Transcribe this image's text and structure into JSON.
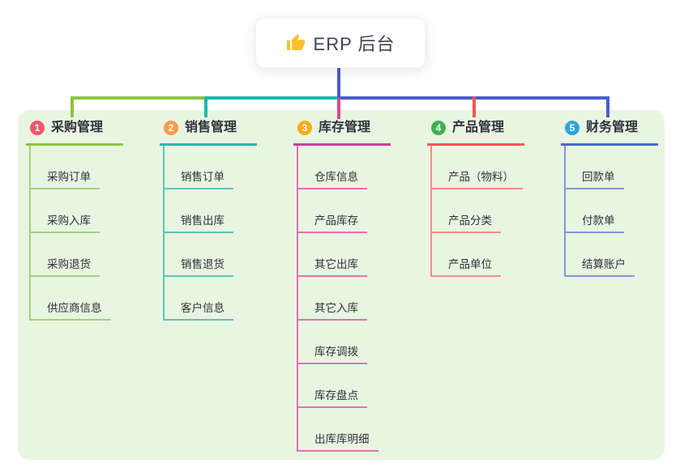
{
  "root": {
    "title": "ERP 后台",
    "icon": "thumbs-up-icon"
  },
  "colors": {
    "connector_blue": "#4a5cd0",
    "panel_bg": "#e8f5e1",
    "thumb_yellow": "#fbc02d",
    "text": "#2e323a"
  },
  "branches": [
    {
      "number": "1",
      "title": "采购管理",
      "badge_color": "#f2566b",
      "line_color": "#8cc63f",
      "item_line_color": "#a6d07a",
      "drop_color": "#8cc63f",
      "items": [
        "采购订单",
        "采购入库",
        "采购退货",
        "供应商信息"
      ]
    },
    {
      "number": "2",
      "title": "销售管理",
      "badge_color": "#f99b4d",
      "line_color": "#28b8a8",
      "item_line_color": "#58c6b8",
      "drop_color": "#1cb9a8",
      "items": [
        "销售订单",
        "销售出库",
        "销售退货",
        "客户信息"
      ]
    },
    {
      "number": "3",
      "title": "库存管理",
      "badge_color": "#fbab19",
      "line_color": "#cf3b9e",
      "item_line_color": "#e86db8",
      "drop_color": "#e0458f",
      "items": [
        "仓库信息",
        "产品库存",
        "其它出库",
        "其它入库",
        "库存调拨",
        "库存盘点",
        "出库库明细"
      ]
    },
    {
      "number": "4",
      "title": "产品管理",
      "badge_color": "#3db14f",
      "line_color": "#f4574f",
      "item_line_color": "#f48d84",
      "drop_color": "#f4574f",
      "items": [
        "产品（物料）",
        "产品分类",
        "产品单位"
      ]
    },
    {
      "number": "5",
      "title": "财务管理",
      "badge_color": "#2ba5de",
      "line_color": "#4d68c8",
      "item_line_color": "#8496d8",
      "drop_color": "#4a5cd0",
      "items": [
        "回款单",
        "付款单",
        "结算账户"
      ]
    }
  ]
}
